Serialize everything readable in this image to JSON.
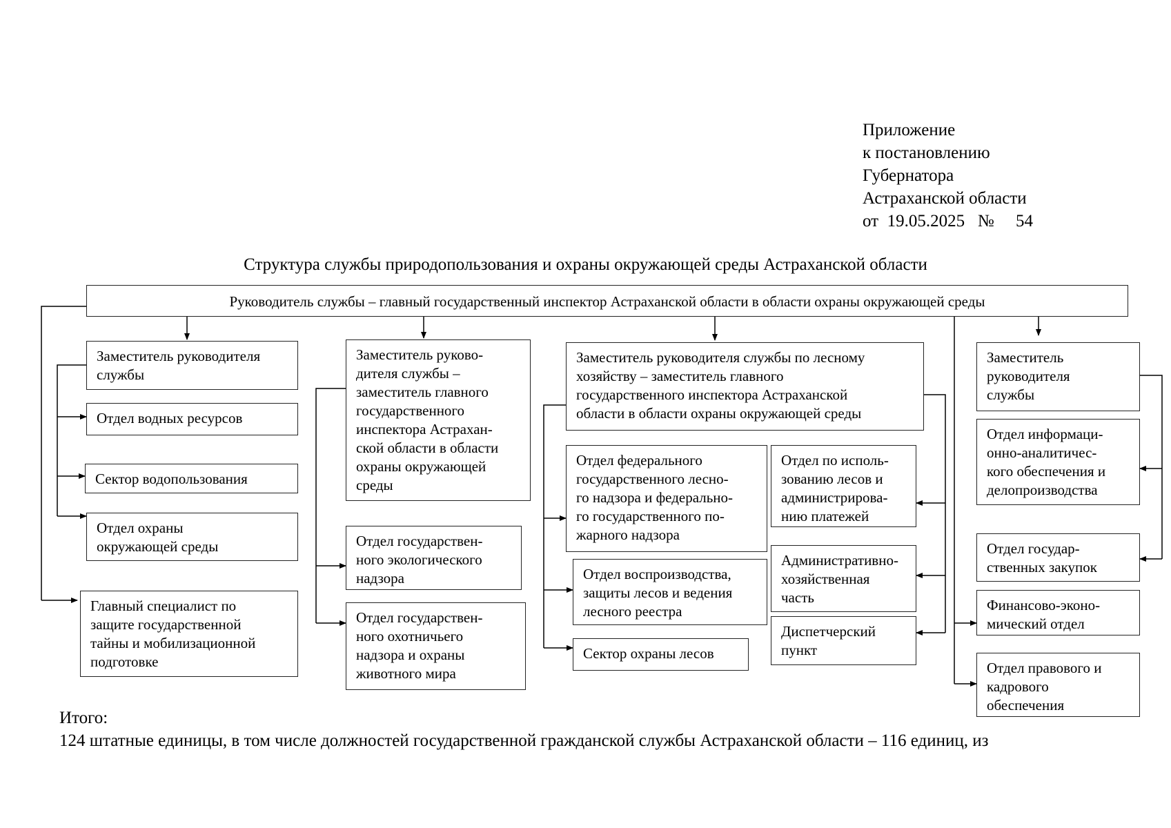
{
  "annex": {
    "lines": [
      "Приложение",
      "к постановлению",
      "Губернатора",
      "Астраханской области",
      "от  19.05.2025   №     54"
    ]
  },
  "title": "Структура службы природопользования и охраны окружающей среды Астраханской области",
  "boxes": {
    "head": "Руководитель службы – главный государственный инспектор Астраханской области в области охраны окружающей среды",
    "deputy1": "Заместитель руководителя\nслужбы",
    "water_dept": "Отдел водных ресурсов",
    "water_use": "Сектор водопользования",
    "env_dept": "Отдел охраны\nокружающей среды",
    "secrecy": "Главный специалист по\nзащите государственной\nтайны и мобилизационной\nподготовке",
    "deputy2": "Заместитель руково-\nдителя службы –\nзаместитель главного\nгосударственного\nинспектора Астрахан-\nской области в области\nохраны окружающей\nсреды",
    "eco_supervision": "Отдел государствен-\nного экологического\nнадзора",
    "hunting": "Отдел государствен-\nного охотничьего\nнадзора и охраны\nживотного мира",
    "deputy_forest": "Заместитель руководителя службы по лесному\nхозяйству – заместитель главного\nгосударственного инспектора Астраханской\nобласти в области охраны окружающей среды",
    "forest_fire": "Отдел федерального\nгосударственного лесно-\nго надзора и федерально-\nго государственного по-\nжарного надзора",
    "forest_use": "Отдел по исполь-\nзованию лесов и\nадминистрирова-\nнию платежей",
    "reproduction": "Отдел воспроизводства,\nзащиты лесов и ведения\nлесного реестра",
    "admin_part": "Административно-\nхозяйственная\nчасть",
    "forest_protect": "Сектор охраны лесов",
    "dispatch": "Диспетчерский\nпункт",
    "deputy3": "Заместитель\nруководителя\nслужбы",
    "info": "Отдел информаци-\nонно-аналитичес-\nкого обеспечения и\nделопроизводства",
    "procurement": "Отдел государ-\nственных закупок",
    "finance": "Финансово-эконо-\nмический отдел",
    "legal": "Отдел правового и\nкадрового\nобеспечения"
  },
  "footer": {
    "label": "Итого:",
    "text": "124 штатные единицы, в том числе должностей государственной гражданской службы Астраханской области – 116 единиц, из"
  }
}
